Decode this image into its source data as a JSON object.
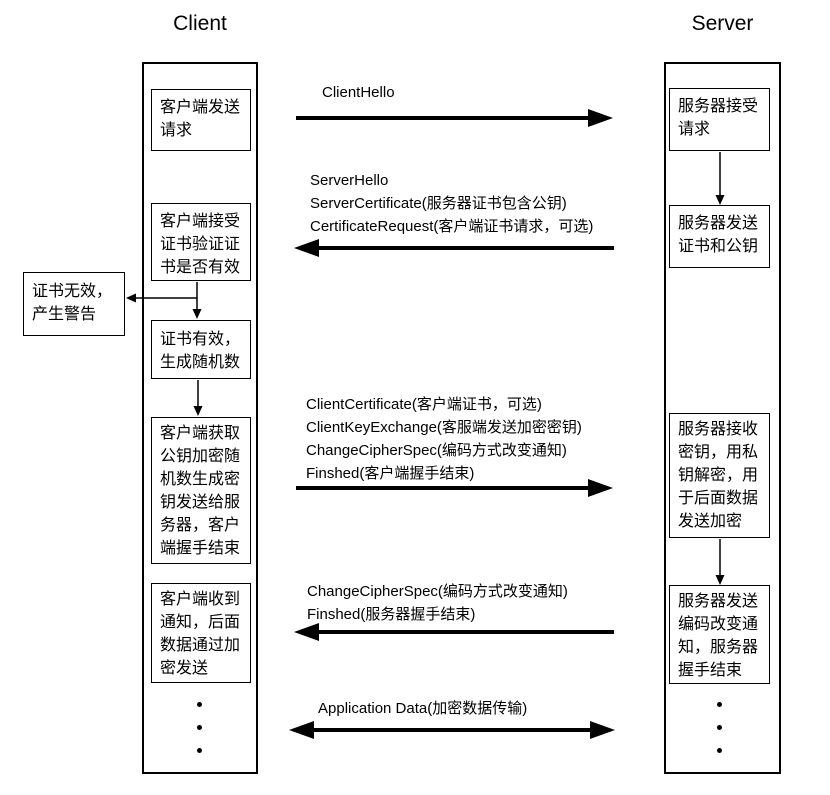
{
  "titles": {
    "client": "Client",
    "server": "Server"
  },
  "client_steps": [
    "客户端发送\n请求",
    "客户端接受\n证书验证证\n书是否有效",
    "证书有效，\n生成随机数",
    "客户端获取\n公钥加密随\n机数生成密\n钥发送给服\n务器，客户\n端握手结束",
    "客户端收到\n通知，后面\n数据通过加\n密发送"
  ],
  "server_steps": [
    "服务器接受\n请求",
    "服务器发送\n证书和公钥",
    "服务器接收\n密钥，用私\n钥解密，用\n于后面数据\n发送加密",
    "服务器发送\n编码改变通\n知，服务器\n握手结束"
  ],
  "warning": "证书无效，\n产生警告",
  "messages": [
    {
      "label": "ClientHello",
      "direction": "right"
    },
    {
      "label": "ServerHello\nServerCertificate(服务器证书包含公钥)\nCertificateRequest(客户端证书请求，可选)",
      "direction": "left"
    },
    {
      "label": "ClientCertificate(客户端证书，可选)\nClientKeyExchange(客服端发送加密密钥)\nChangeCipherSpec(编码方式改变通知)\nFinshed(客户端握手结束)",
      "direction": "right"
    },
    {
      "label": "ChangeCipherSpec(编码方式改变通知)\nFinshed(服务器握手结束)",
      "direction": "left"
    },
    {
      "label": "Application Data(加密数据传输)",
      "direction": "both"
    }
  ],
  "colors": {
    "line": "#000000",
    "background": "#ffffff",
    "text": "#000000"
  }
}
